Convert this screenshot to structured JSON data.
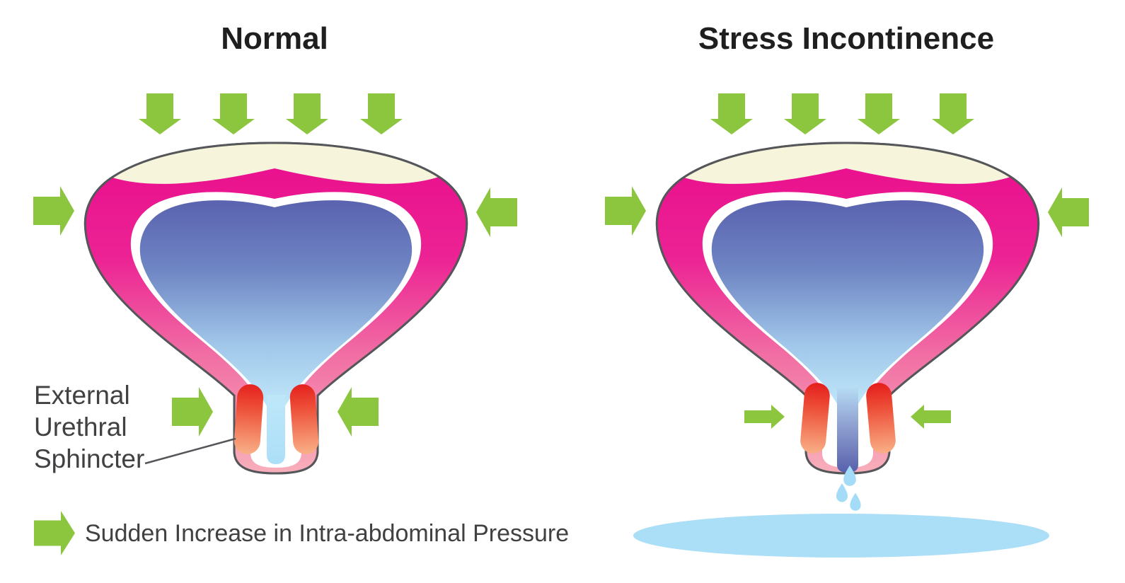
{
  "diagram": {
    "left_panel": {
      "title": "Normal"
    },
    "right_panel": {
      "title": "Stress Incontinence"
    },
    "annotations": {
      "sphincter_label": "External Urethral Sphincter",
      "legend_text": "Sudden Increase in Intra-abdominal Pressure"
    },
    "colors": {
      "arrow_green": "#8CC63F",
      "wall_magenta": "#E90C8C",
      "wall_pink": "#F8AFBB",
      "lumen_blue_dark": "#5961AE",
      "lumen_blue_light": "#BFE7F9",
      "dome_cream": "#F6F4DB",
      "sphincter_red": "#E41E1C",
      "sphincter_peach": "#F9B289",
      "urine_blue": "#A4DBF6",
      "puddle_blue": "#ABDEF7",
      "outline_gray": "#55565A",
      "title_color": "#1F1F1F",
      "label_color": "#414042"
    }
  }
}
